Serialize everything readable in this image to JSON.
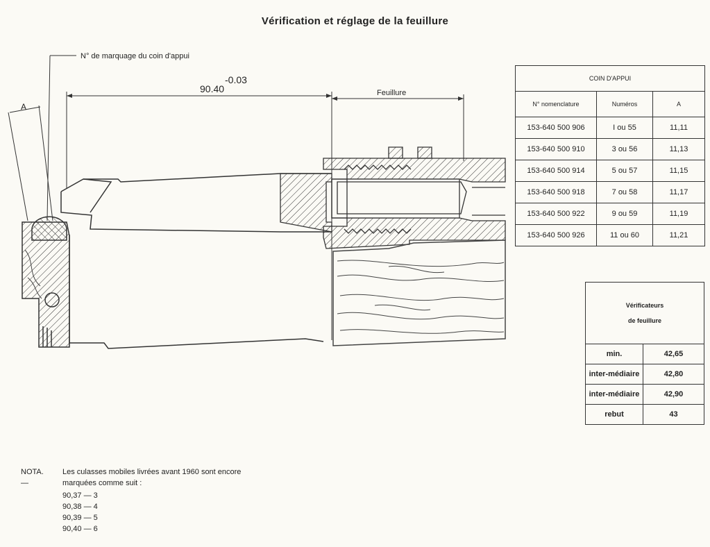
{
  "title": "Vérification et réglage de la feuillure",
  "drawing": {
    "label_marking": "N° de marquage du coin d'appui",
    "dimension_main": "90.40",
    "dimension_tolerance": "-0.03",
    "label_a": "A",
    "label_feuillure": "Feuillure"
  },
  "coin_table": {
    "title": "COIN D'APPUI",
    "headers": [
      "N° nomenclature",
      "Numéros",
      "A"
    ],
    "rows": [
      [
        "153-640 500 906",
        "I ou 55",
        "11,11"
      ],
      [
        "153-640 500 910",
        "3 ou 56",
        "11,13"
      ],
      [
        "153-640 500 914",
        "5 ou 57",
        "11,15"
      ],
      [
        "153-640 500 918",
        "7 ou 58",
        "11,17"
      ],
      [
        "153-640 500 922",
        "9 ou 59",
        "11,19"
      ],
      [
        "153-640 500 926",
        "11 ou 60",
        "11,21"
      ]
    ]
  },
  "verif_table": {
    "title_line1": "Vérificateurs",
    "title_line2": "de feuillure",
    "rows": [
      [
        "min.",
        "42,65"
      ],
      [
        "inter-médiaire",
        "42,80"
      ],
      [
        "inter-médiaire",
        "42,90"
      ],
      [
        "rebut",
        "43"
      ]
    ]
  },
  "nota": {
    "label": "NOTA. —",
    "text": "Les culasses mobiles livrées avant 1960 sont encore marquées comme suit :",
    "items": [
      "90,37 — 3",
      "90,38 — 4",
      "90,39 — 5",
      "90,40 — 6"
    ]
  }
}
